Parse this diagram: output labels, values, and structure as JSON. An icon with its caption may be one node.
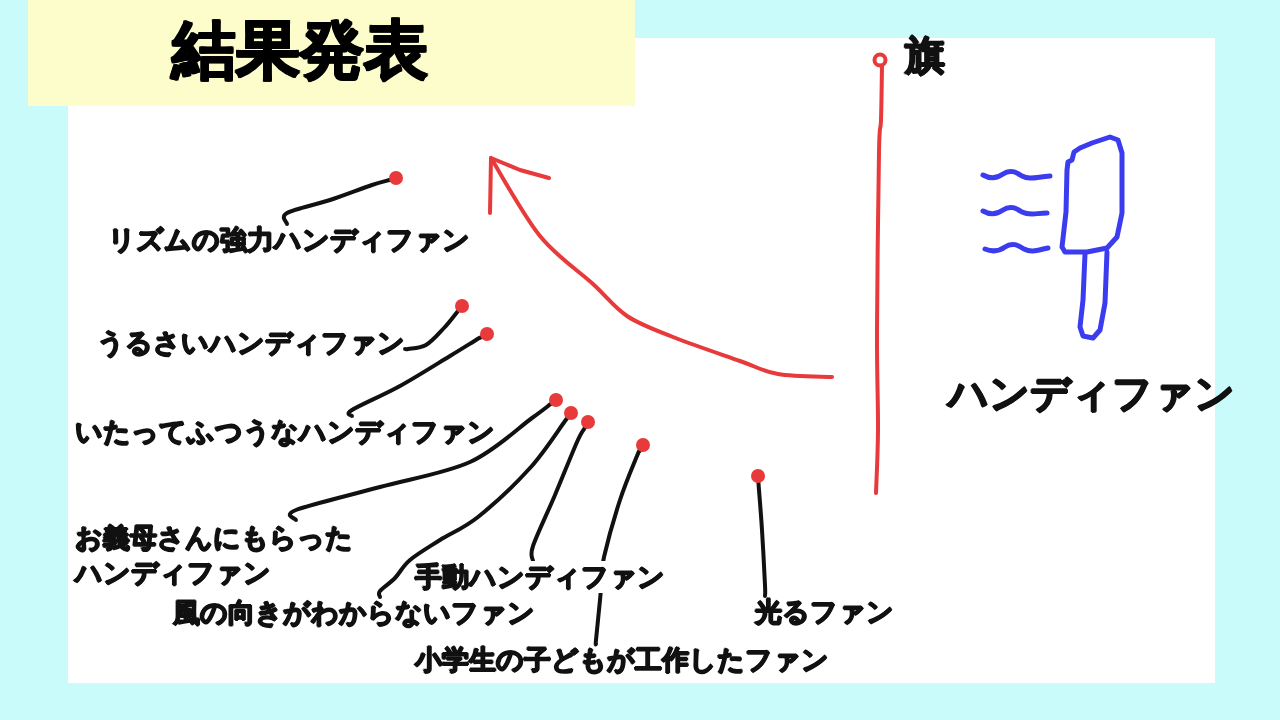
{
  "diagram": {
    "title": "結果発表",
    "nodes": [
      {
        "text": [
          "リズムの強力ハンディファン"
        ]
      },
      {
        "text": [],
        "shape": "circle"
      },
      {
        "text": [
          "うるさいハンディファン"
        ]
      },
      {
        "text": [],
        "shape": "circle"
      },
      {
        "text": [
          "いたってふつうなハンディファン"
        ]
      },
      {
        "text": [],
        "shape": "circle"
      },
      {
        "text": [
          "お義母さんにもらったハンディファン"
        ]
      },
      {
        "text": [],
        "shape": "circle"
      },
      {
        "text": [
          "手動ハンディファン"
        ]
      },
      {
        "text": [],
        "shape": "circle"
      },
      {
        "text": [
          "風の向きがわからないファン"
        ]
      },
      {
        "text": [],
        "shape": "circle"
      },
      {
        "text": [
          "光るファン"
        ]
      },
      {
        "text": [],
        "shape": "circle"
      },
      {
        "text": [
          "小学生の子どもが工作したファン"
        ]
      },
      {
        "text": [],
        "shape": "circle"
      }
    ],
    "edges": [
      {
        "from": 0,
        "to": 1,
        "arrow": "none"
      },
      {
        "from": 2,
        "to": 3,
        "arrow": "none"
      },
      {
        "from": 4,
        "to": 5,
        "arrow": "none"
      },
      {
        "from": 6,
        "to": 7,
        "arrow": "none"
      },
      {
        "from": 8,
        "to": 9,
        "arrow": "none"
      },
      {
        "from": 10,
        "to": 11,
        "arrow": "none"
      },
      {
        "from": 12,
        "to": 13,
        "arrow": "none"
      },
      {
        "from": 14,
        "to": 15,
        "arrow": "none"
      }
    ],
    "labels": [
      "旗",
      "ハンディファン"
    ]
  }
}
